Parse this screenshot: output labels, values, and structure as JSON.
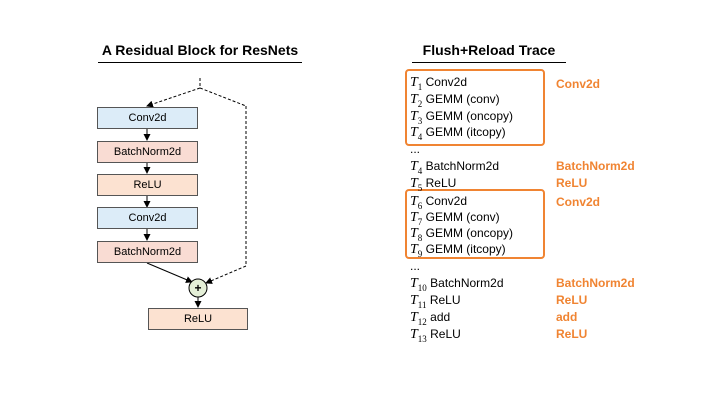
{
  "left_title": "A Residual Block for ResNets",
  "right_title": "Flush+Reload Trace",
  "blocks": [
    "Conv2d",
    "BatchNorm2d",
    "ReLU",
    "Conv2d",
    "BatchNorm2d"
  ],
  "add_symbol": "+",
  "output_block": "ReLU",
  "ellipsis": "...",
  "trace": [
    {
      "t": "T",
      "sub": "1",
      "label": "Conv2d"
    },
    {
      "t": "T",
      "sub": "2",
      "label": "GEMM (conv)"
    },
    {
      "t": "T",
      "sub": "3",
      "label": "GEMM (oncopy)"
    },
    {
      "t": "T",
      "sub": "4",
      "label": "GEMM (itcopy)"
    },
    {
      "t": "T",
      "sub": "4",
      "label": "BatchNorm2d"
    },
    {
      "t": "T",
      "sub": "5",
      "label": "ReLU"
    },
    {
      "t": "T",
      "sub": "6",
      "label": "Conv2d"
    },
    {
      "t": "T",
      "sub": "7",
      "label": "GEMM (conv)"
    },
    {
      "t": "T",
      "sub": "8",
      "label": "GEMM (oncopy)"
    },
    {
      "t": "T",
      "sub": "9",
      "label": "GEMM (itcopy)"
    },
    {
      "t": "T",
      "sub": "10",
      "label": "BatchNorm2d"
    },
    {
      "t": "T",
      "sub": "11",
      "label": "ReLU"
    },
    {
      "t": "T",
      "sub": "12",
      "label": "add"
    },
    {
      "t": "T",
      "sub": "13",
      "label": "ReLU"
    }
  ],
  "tags": [
    "Conv2d",
    "BatchNorm2d",
    "ReLU",
    "Conv2d",
    "BatchNorm2d",
    "ReLU",
    "add",
    "ReLU"
  ],
  "colors": {
    "highlight": "#f08432",
    "conv": "#dcecf8",
    "norm": "#f9dcd3"
  }
}
